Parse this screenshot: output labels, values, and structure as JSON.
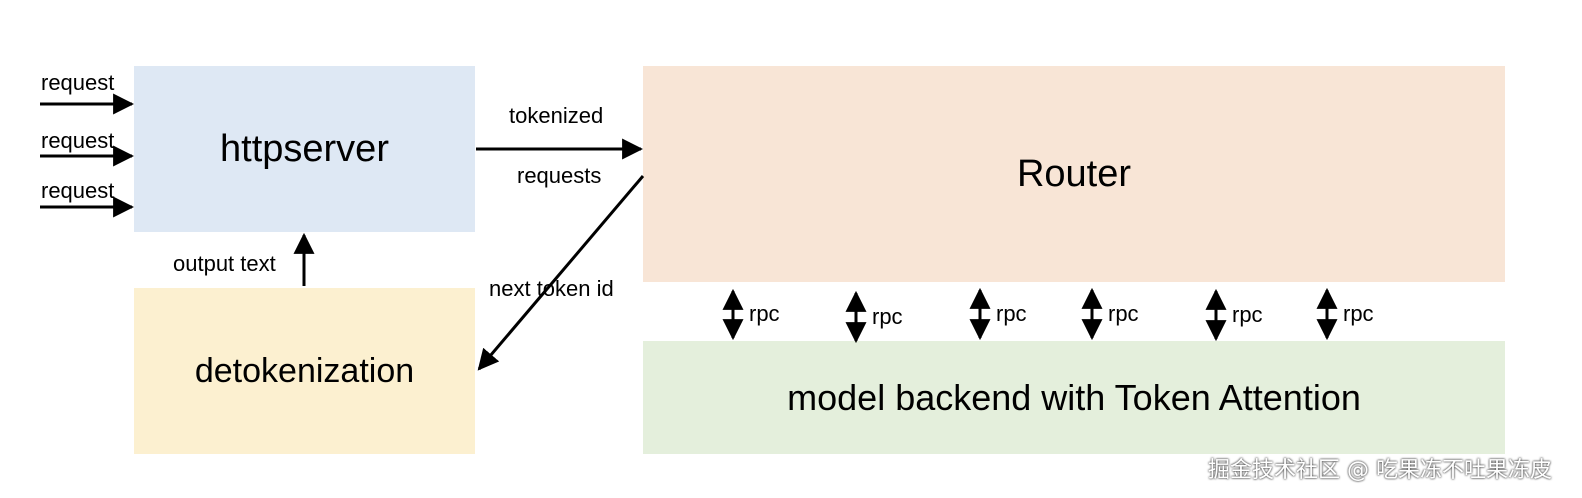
{
  "colors": {
    "httpserver_fill": "#dee8f4",
    "detokenization_fill": "#fcf0d0",
    "router_fill": "#f8e5d6",
    "backend_fill": "#e4efdc",
    "arrow": "#000000"
  },
  "boxes": {
    "httpserver": "httpserver",
    "router": "Router",
    "detokenization": "detokenization",
    "backend": "model backend with Token Attention"
  },
  "edges": {
    "request_1": "request",
    "request_2": "request",
    "request_3": "request",
    "tokenized": "tokenized",
    "requests": "requests",
    "next_token_id": "next token id",
    "output_text": "output text",
    "rpc_labels": [
      "rpc",
      "rpc",
      "rpc",
      "rpc",
      "rpc",
      "rpc"
    ]
  },
  "watermark": "掘金技术社区 @ 吃果冻不吐果冻皮"
}
